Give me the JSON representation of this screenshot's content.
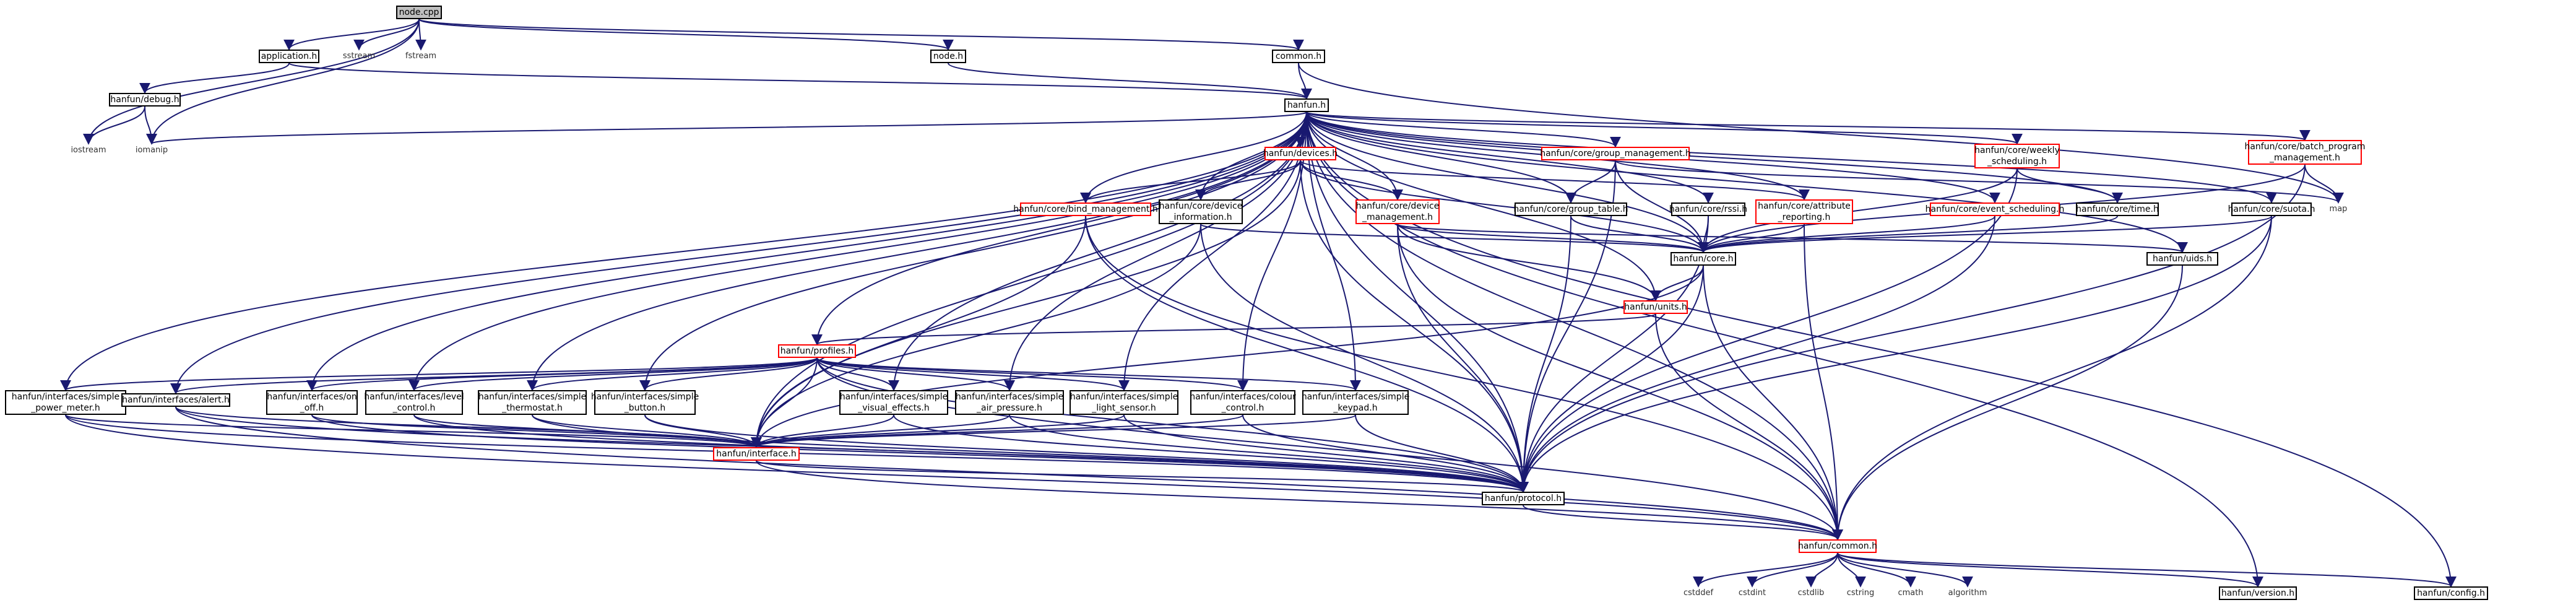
{
  "title": "node.cpp include dependency graph",
  "colors": {
    "edge": "#191970",
    "border": "#000000",
    "link_missing": "#ff0000",
    "system": "#bfbfbf",
    "root_fill": "#bfbfbf"
  },
  "nodes": {
    "node_cpp": {
      "lines": [
        "node.cpp"
      ]
    },
    "application_h": {
      "lines": [
        "application.h"
      ]
    },
    "sstream": {
      "lines": [
        "sstream"
      ]
    },
    "fstream": {
      "lines": [
        "fstream"
      ]
    },
    "node_h": {
      "lines": [
        "node.h"
      ]
    },
    "common_h_top": {
      "lines": [
        "common.h"
      ]
    },
    "hanfun_debug_h": {
      "lines": [
        "hanfun/debug.h"
      ]
    },
    "hanfun_h": {
      "lines": [
        "hanfun.h"
      ]
    },
    "iostream": {
      "lines": [
        "iostream"
      ]
    },
    "iomanip": {
      "lines": [
        "iomanip"
      ]
    },
    "devices_h": {
      "lines": [
        "hanfun/devices.h"
      ]
    },
    "group_management_h": {
      "lines": [
        "hanfun/core/group_management.h"
      ]
    },
    "weekly_scheduling_h": {
      "lines": [
        "hanfun/core/weekly",
        "_scheduling.h"
      ]
    },
    "batch_program_h": {
      "lines": [
        "hanfun/core/batch_program",
        "_management.h"
      ]
    },
    "bind_management_h": {
      "lines": [
        "hanfun/core/bind_management.h"
      ]
    },
    "device_information_h": {
      "lines": [
        "hanfun/core/device",
        "_information.h"
      ]
    },
    "device_management_h": {
      "lines": [
        "hanfun/core/device",
        "_management.h"
      ]
    },
    "group_table_h": {
      "lines": [
        "hanfun/core/group_table.h"
      ]
    },
    "rssi_h": {
      "lines": [
        "hanfun/core/rssi.h"
      ]
    },
    "attribute_reporting_h": {
      "lines": [
        "hanfun/core/attribute",
        "_reporting.h"
      ]
    },
    "event_scheduling_h": {
      "lines": [
        "hanfun/core/event_scheduling.h"
      ]
    },
    "time_h": {
      "lines": [
        "hanfun/core/time.h"
      ]
    },
    "suota_h": {
      "lines": [
        "hanfun/core/suota.h"
      ]
    },
    "map": {
      "lines": [
        "map"
      ]
    },
    "core_h": {
      "lines": [
        "hanfun/core.h"
      ]
    },
    "uids_h": {
      "lines": [
        "hanfun/uids.h"
      ]
    },
    "units_h": {
      "lines": [
        "hanfun/units.h"
      ]
    },
    "profiles_h": {
      "lines": [
        "hanfun/profiles.h"
      ]
    },
    "simple_power_meter_h": {
      "lines": [
        "hanfun/interfaces/simple",
        "_power_meter.h"
      ]
    },
    "alert_h": {
      "lines": [
        "hanfun/interfaces/alert.h"
      ]
    },
    "on_off_h": {
      "lines": [
        "hanfun/interfaces/on",
        "_off.h"
      ]
    },
    "level_control_h": {
      "lines": [
        "hanfun/interfaces/level",
        "_control.h"
      ]
    },
    "simple_thermostat_h": {
      "lines": [
        "hanfun/interfaces/simple",
        "_thermostat.h"
      ]
    },
    "simple_button_h": {
      "lines": [
        "hanfun/interfaces/simple",
        "_button.h"
      ]
    },
    "simple_visual_effects_h": {
      "lines": [
        "hanfun/interfaces/simple",
        "_visual_effects.h"
      ]
    },
    "simple_air_pressure_h": {
      "lines": [
        "hanfun/interfaces/simple",
        "_air_pressure.h"
      ]
    },
    "simple_light_sensor_h": {
      "lines": [
        "hanfun/interfaces/simple",
        "_light_sensor.h"
      ]
    },
    "colour_control_h": {
      "lines": [
        "hanfun/interfaces/colour",
        "_control.h"
      ]
    },
    "simple_keypad_h": {
      "lines": [
        "hanfun/interfaces/simple",
        "_keypad.h"
      ]
    },
    "interface_h": {
      "lines": [
        "hanfun/interface.h"
      ]
    },
    "protocol_h": {
      "lines": [
        "hanfun/protocol.h"
      ]
    },
    "common_h": {
      "lines": [
        "hanfun/common.h"
      ]
    },
    "cstddef": {
      "lines": [
        "cstddef"
      ]
    },
    "cstdint": {
      "lines": [
        "cstdint"
      ]
    },
    "cstdlib": {
      "lines": [
        "cstdlib"
      ]
    },
    "cstring": {
      "lines": [
        "cstring"
      ]
    },
    "cmath": {
      "lines": [
        "cmath"
      ]
    },
    "algorithm": {
      "lines": [
        "algorithm"
      ]
    },
    "version_h": {
      "lines": [
        "hanfun/version.h"
      ]
    },
    "config_h": {
      "lines": [
        "hanfun/config.h"
      ]
    }
  }
}
